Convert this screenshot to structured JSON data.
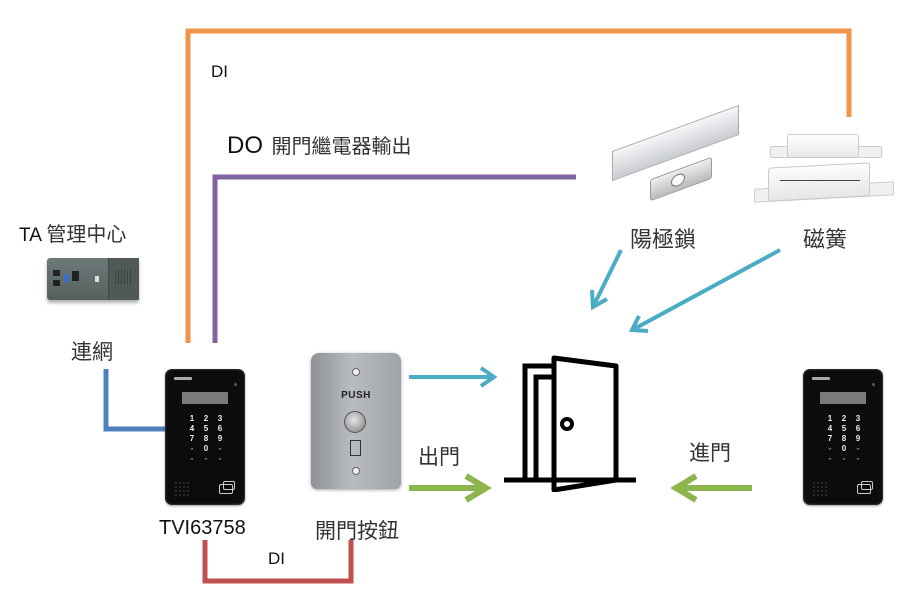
{
  "diagram": {
    "title": "Access control wiring diagram",
    "colors": {
      "di_top_line": "#f0944a",
      "do_line": "#8064a2",
      "network_line": "#4f81bd",
      "di_bottom_line": "#c0504d",
      "blue_arrow": "#4bacc6",
      "green_arrow": "#8db54e"
    },
    "labels": {
      "di_top": "DI",
      "do_prefix": "DO",
      "do_desc": "開門繼電器輸出",
      "ta_prefix": "TA",
      "ta_desc": "管理中心",
      "network": "連網",
      "device_model": "TVI63758",
      "di_bottom": "DI",
      "exit_button": "開門按鈕",
      "exit": "出門",
      "enter": "進門",
      "bolt_lock": "陽極鎖",
      "magnetic_contact": "磁簧"
    },
    "push_button_text": "PUSH",
    "keypad_keys": [
      "1",
      "2",
      "3",
      "4",
      "5",
      "6",
      "7",
      "8",
      "9",
      "",
      "0",
      ""
    ],
    "icons": {
      "server": "mini-pc",
      "keypad": "access-keypad",
      "button": "exit-push-button",
      "lock": "electric-bolt-lock",
      "sensor": "magnetic-door-contact",
      "door": "open-door"
    }
  }
}
